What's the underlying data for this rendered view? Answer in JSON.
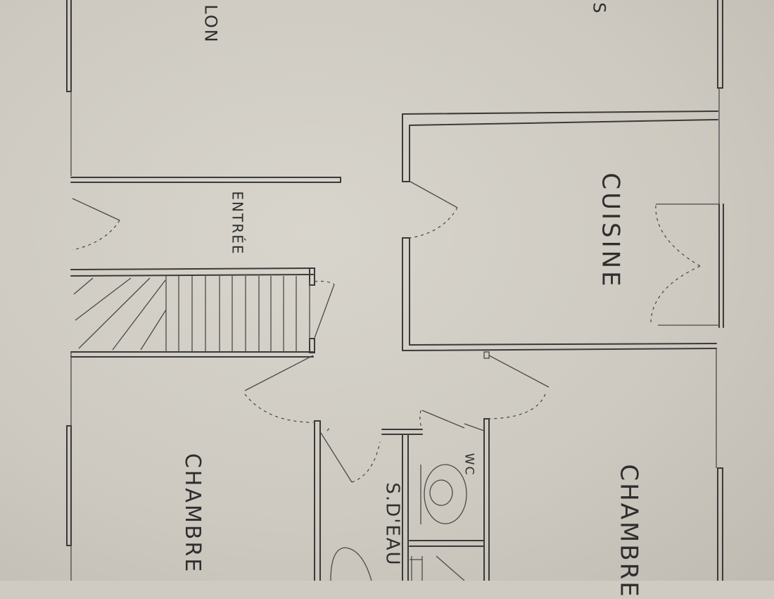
{
  "floor_plan": {
    "rooms": {
      "salon": "LON",
      "top_left_fragment": "S",
      "entree": "ENTRÉE",
      "cuisine": "CUISINE",
      "chambre_left": "CHAMBRE",
      "chambre_right": "CHAMBRE",
      "salle_deau": "S.D'EAU",
      "wc": "WC"
    },
    "colors": {
      "paper": "#d3cfc7",
      "pencil": "#3a3a3a"
    }
  }
}
